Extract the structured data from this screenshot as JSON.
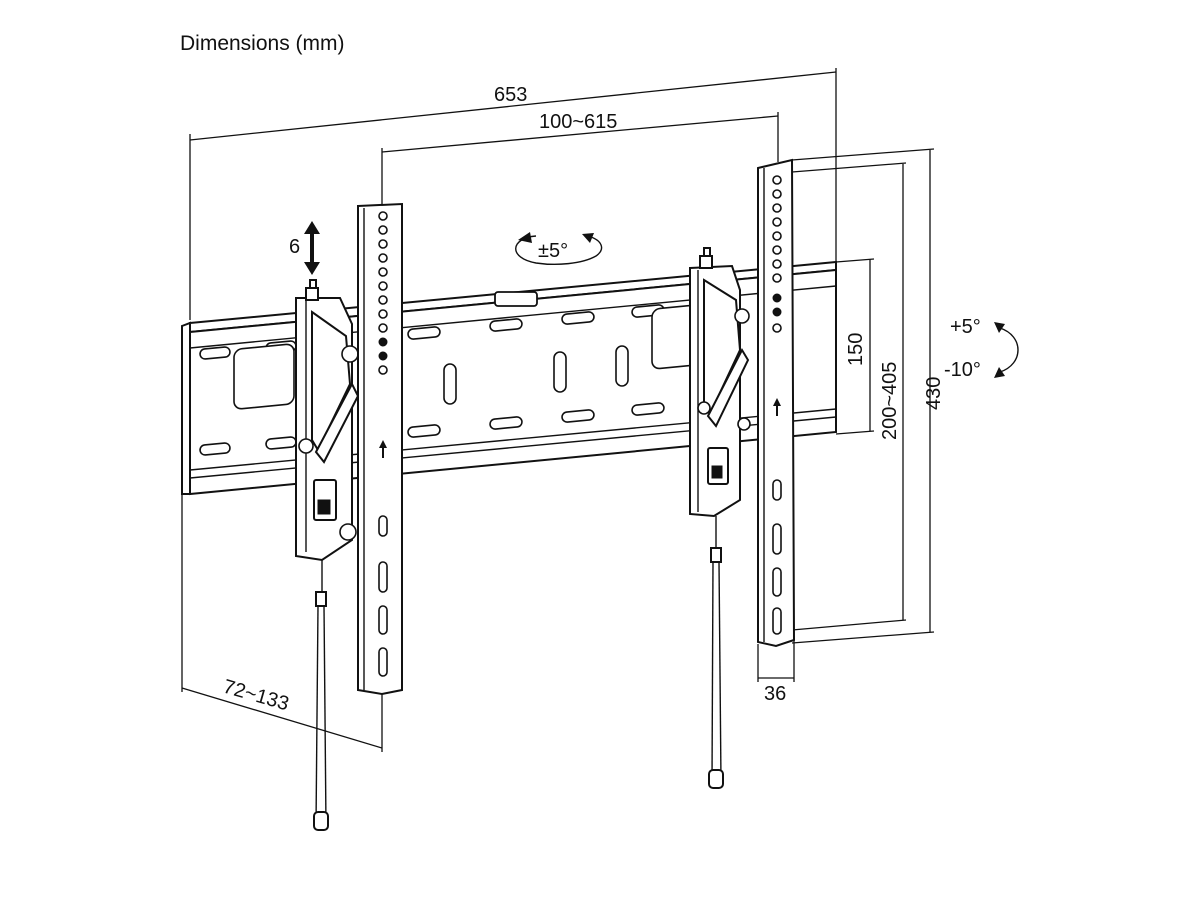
{
  "title": "Dimensions (mm)",
  "dimensions": {
    "overall_width": "653",
    "vesa_horizontal": "100~615",
    "vertical_adjust": "6",
    "swivel": "±5°",
    "rail_height": "150",
    "vesa_vertical": "200~405",
    "overall_height": "430",
    "depth": "72~133",
    "arm_width": "36"
  },
  "tilt": {
    "up": "+5°",
    "down": "-10°"
  }
}
